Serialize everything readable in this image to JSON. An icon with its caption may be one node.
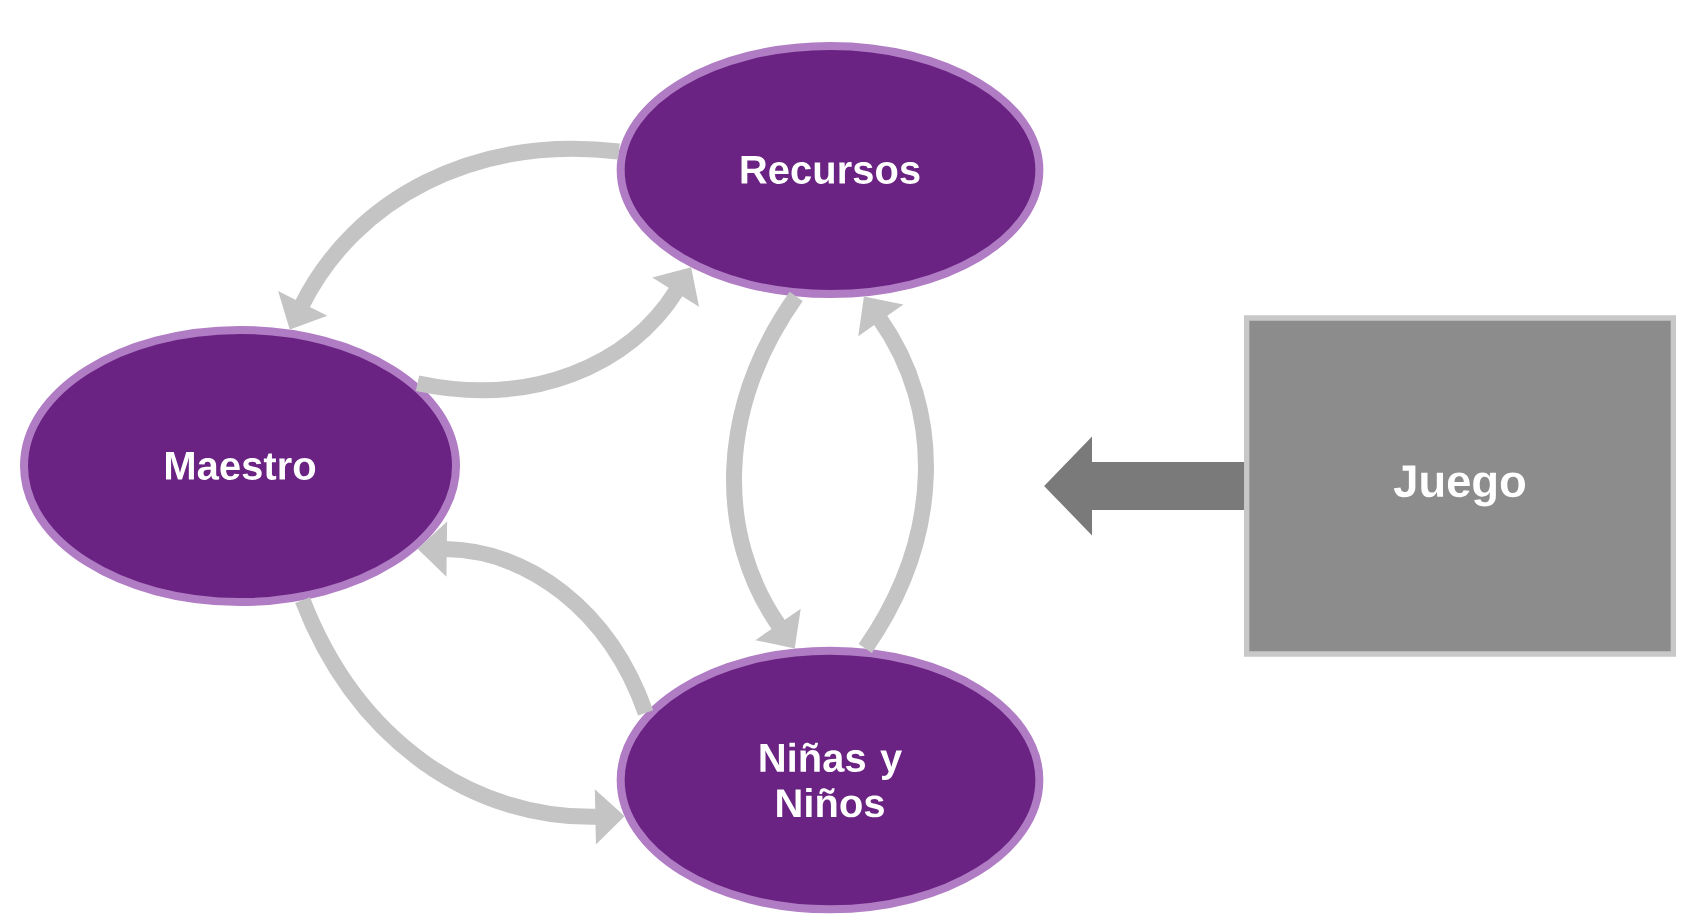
{
  "diagram": {
    "nodes": [
      {
        "text": [
          "Recursos"
        ]
      },
      {
        "text": [
          "Maestro"
        ]
      },
      {
        "text": [
          "Niñas y Niños"
        ]
      },
      {
        "text": [
          "Juego"
        ]
      }
    ],
    "edges": [
      {
        "from": 0,
        "to": 1,
        "arrow": "to"
      },
      {
        "from": 1,
        "to": 0,
        "arrow": "to"
      },
      {
        "from": 0,
        "to": 2,
        "arrow": "to"
      },
      {
        "from": 2,
        "to": 0,
        "arrow": "to"
      },
      {
        "from": 2,
        "to": 1,
        "arrow": "to"
      },
      {
        "from": 1,
        "to": 2,
        "arrow": "to"
      },
      {
        "from": 3,
        "to": null,
        "arrow": "to",
        "style": "thick",
        "color": "#7a7a7a"
      }
    ]
  }
}
